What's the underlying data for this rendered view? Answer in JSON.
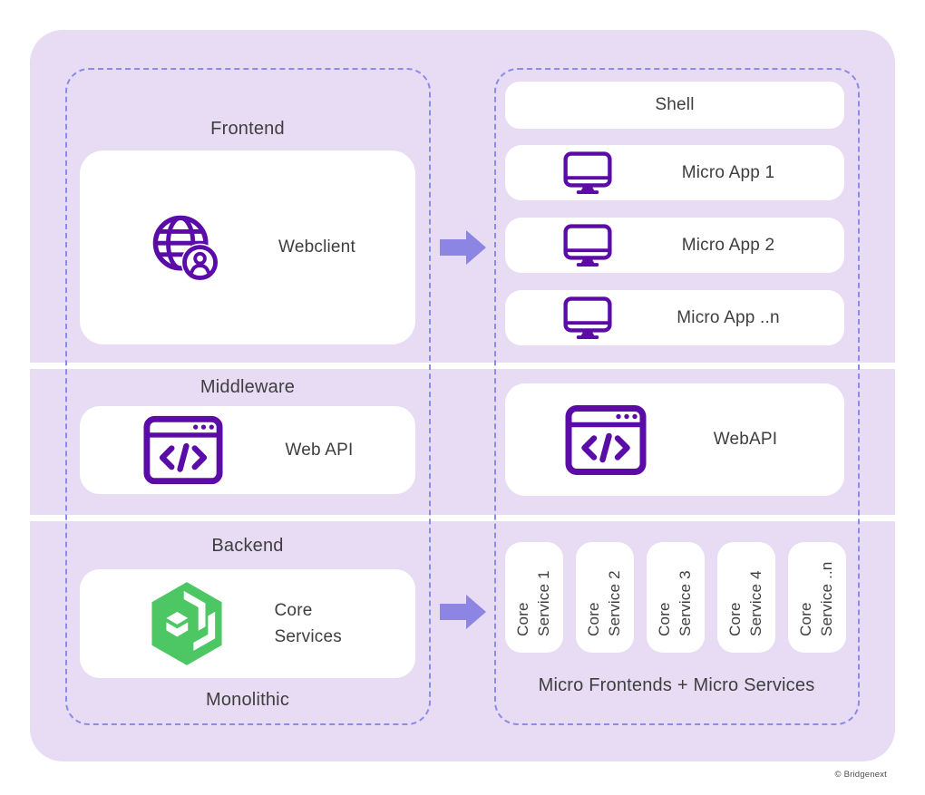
{
  "colors": {
    "card_bg": "#E8DCF4",
    "dashed_border": "#8B8BE8",
    "arrow": "#8C85E3",
    "icon_purple": "#5B0CA8",
    "icon_green": "#4CC763",
    "text": "#3E3E3E",
    "card_white": "#FFFFFF"
  },
  "monolithic": {
    "container_label": "Monolithic",
    "frontend_label": "Frontend",
    "middleware_label": "Middleware",
    "backend_label": "Backend",
    "webclient_label": "Webclient",
    "webapi_label": "Web API",
    "core_services_label": "Core Services"
  },
  "micro": {
    "container_label": "Micro Frontends + Micro Services",
    "shell_label": "Shell",
    "micro_apps": [
      {
        "label": "Micro App 1"
      },
      {
        "label": "Micro App 2"
      },
      {
        "label": "Micro App ..n"
      }
    ],
    "webapi_label": "WebAPI",
    "core_services": [
      {
        "label": "Core Service 1"
      },
      {
        "label": "Core Service 2"
      },
      {
        "label": "Core Service 3"
      },
      {
        "label": "Core Service 4"
      },
      {
        "label": "Core Service ..n"
      }
    ]
  },
  "icons": {
    "webclient": "globe-user-icon",
    "web_api": "browser-code-icon",
    "micro_app": "monitor-icon",
    "core_services": "cube-icon",
    "flow": "arrow-right-icon"
  },
  "footer": {
    "copyright": "© Bridgenext"
  }
}
